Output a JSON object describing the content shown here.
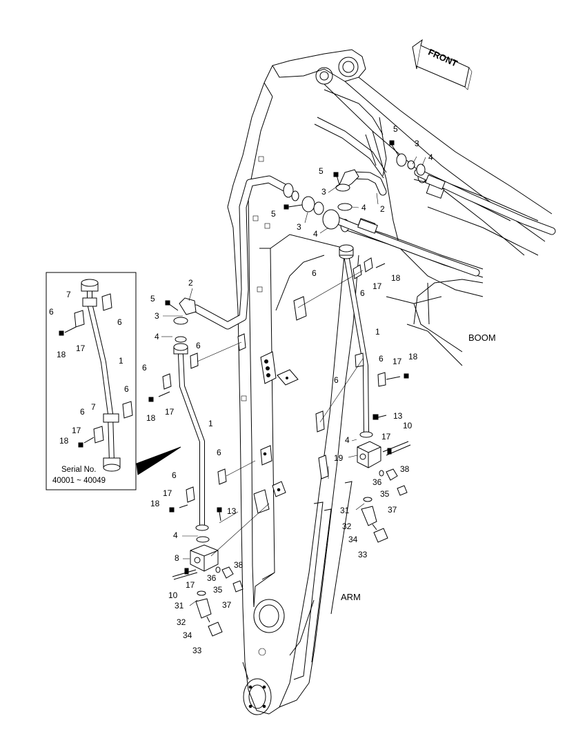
{
  "direction": {
    "front_label": "FRONT"
  },
  "regions": {
    "boom": "BOOM",
    "arm": "ARM"
  },
  "inset": {
    "serial_title": "Serial No.",
    "serial_range": "40001 ~ 40049"
  },
  "callouts": {
    "c5a": "5",
    "c3a": "3",
    "c4a": "4",
    "c5b": "5",
    "c3b": "3",
    "c2a": "2",
    "c4b": "4",
    "c5c": "5",
    "c3c": "3",
    "c4c": "4",
    "c17a": "17",
    "c18a": "18",
    "c6a": "6",
    "c6b": "6",
    "c1a": "1",
    "c6c": "6",
    "c17b": "17",
    "c18b": "18",
    "c6d": "6",
    "c13a": "13",
    "c10a": "10",
    "c4d": "4",
    "c17c": "17",
    "c19a": "19",
    "c38a": "38",
    "c36a": "36",
    "c35a": "35",
    "c37a": "37",
    "c31a": "31",
    "c32a": "32",
    "c34a": "34",
    "c33a": "33",
    "c2b": "2",
    "c5d": "5",
    "c3d": "3",
    "c4e": "4",
    "c6e": "6",
    "c6f": "6",
    "c18c": "18",
    "c17d": "17",
    "c1b": "1",
    "c6g": "6",
    "c6h": "6",
    "c17e": "17",
    "c18d": "18",
    "c13b": "13",
    "c4f": "4",
    "c8a": "8",
    "c17f": "17",
    "c36b": "36",
    "c38b": "38",
    "c10b": "10",
    "c35b": "35",
    "c37b": "37",
    "c31b": "31",
    "c32b": "32",
    "c34b": "34",
    "c33b": "33",
    "i7a": "7",
    "i6a": "6",
    "i6b": "6",
    "i18a": "18",
    "i17a": "17",
    "i1a": "1",
    "i7b": "7",
    "i6c": "6",
    "i6d": "6",
    "i17b": "17",
    "i18b": "18"
  }
}
